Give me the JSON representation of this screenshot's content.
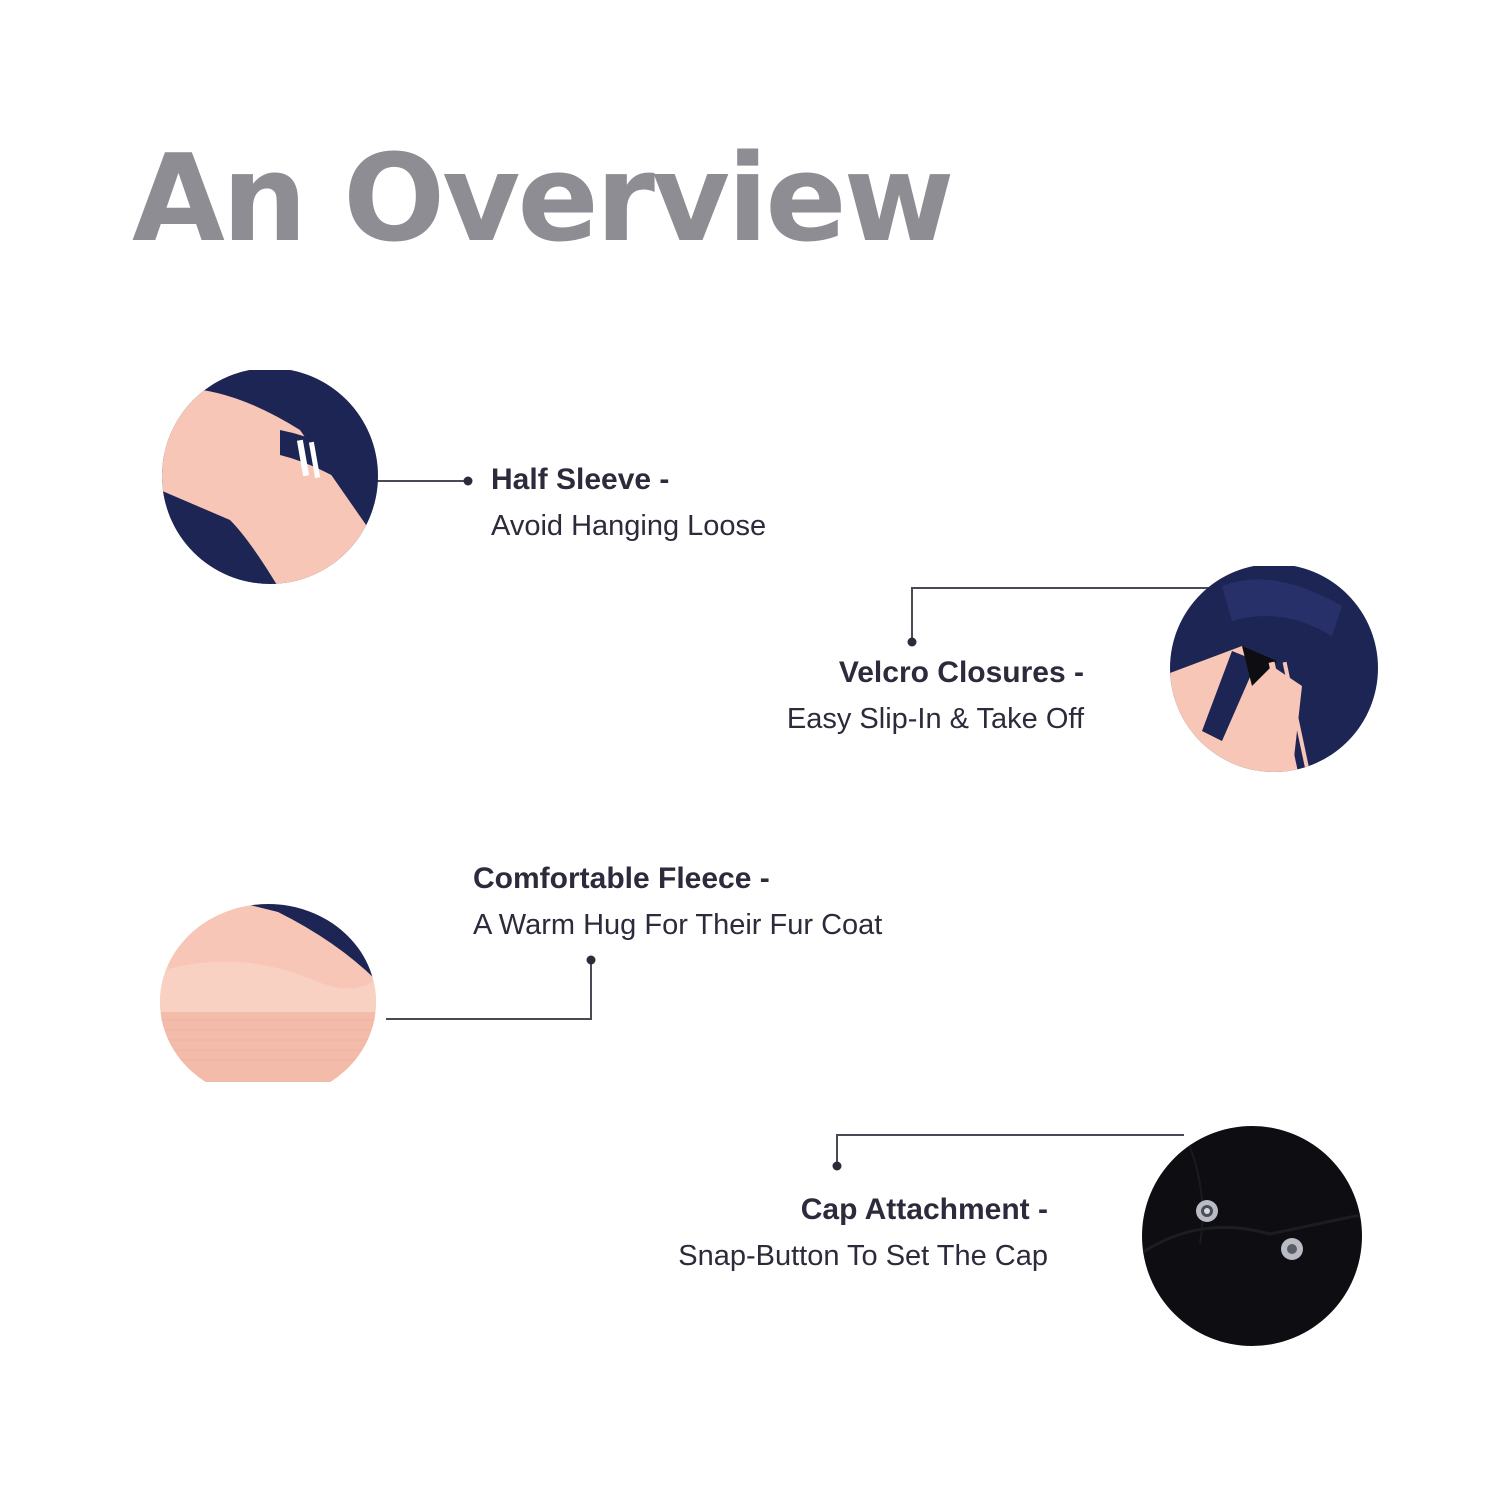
{
  "heading": "An Overview",
  "colors": {
    "navy": "#1d2554",
    "peach": "#f7c6b6",
    "black": "#0d0d12",
    "title_gray": "#8e8d93",
    "text": "#2c2b3c",
    "line": "#4a4a55"
  },
  "features": [
    {
      "title": "Half Sleeve -",
      "description": "Avoid Hanging Loose",
      "image": "sleeve-closeup"
    },
    {
      "title": "Velcro Closures -",
      "description": "Easy Slip-In & Take Off",
      "image": "velcro-closeup"
    },
    {
      "title": "Comfortable Fleece -",
      "description": "A Warm Hug For Their Fur Coat",
      "image": "fleece-hem-closeup"
    },
    {
      "title": "Cap Attachment -",
      "description": "Snap-Button To Set The Cap",
      "image": "snap-button-closeup"
    }
  ]
}
